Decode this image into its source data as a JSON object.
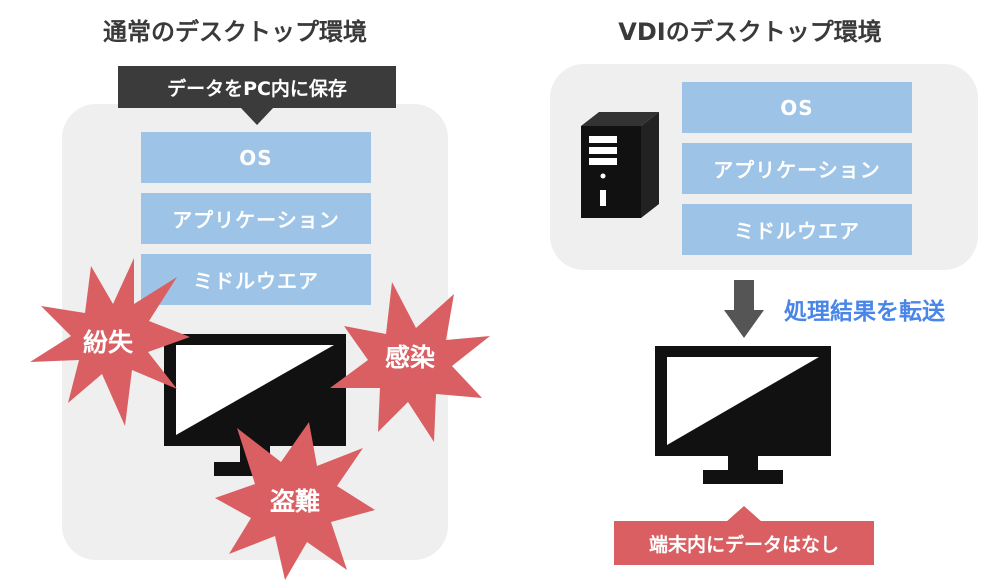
{
  "left": {
    "title": "通常のデスクトップ環境",
    "callout": "データをPC内に保存",
    "layers": [
      "OS",
      "アプリケーション",
      "ミドルウエア"
    ],
    "threats": [
      "紛失",
      "感染",
      "盗難"
    ]
  },
  "right": {
    "title": "VDIのデスクトップ環境",
    "layers": [
      "OS",
      "アプリケーション",
      "ミドルウエア"
    ],
    "transfer_label": "処理結果を転送",
    "note": "端末内にデータはなし"
  },
  "colors": {
    "panel": "#efefef",
    "layer": "#9dc3e6",
    "threat": "#d95f63",
    "callout": "#3b3b3b",
    "accent": "#4a86e8"
  },
  "icons": [
    "server-tower-icon",
    "monitor-icon",
    "down-arrow-icon"
  ]
}
